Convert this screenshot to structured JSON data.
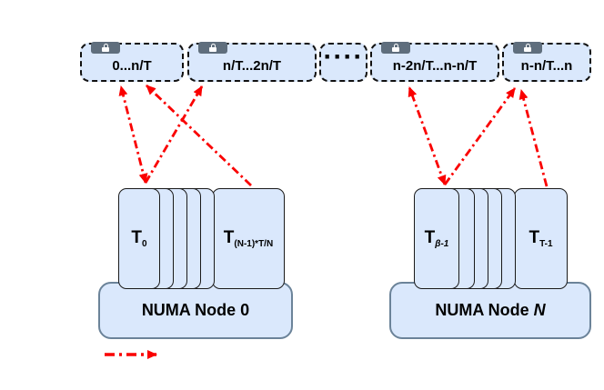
{
  "partitions": [
    {
      "label": "0...n/T",
      "lock_icon": "lock-icon"
    },
    {
      "label": "n/T...2n/T",
      "lock_icon": "lock-icon"
    },
    {
      "label": "····"
    },
    {
      "label": "n-2n/T...n-n/T",
      "lock_icon": "lock-icon"
    },
    {
      "label": "n-n/T...n",
      "lock_icon": "lock-icon"
    }
  ],
  "nodes": [
    {
      "prefix": "NUMA Node",
      "number": "0",
      "threads": [
        {
          "base": "T",
          "sub": "0"
        },
        {
          "base": "T",
          "sub": "(N-1)*T/N"
        }
      ]
    },
    {
      "prefix": "NUMA Node",
      "number": "N",
      "threads": [
        {
          "base": "T",
          "sub": "β-1"
        },
        {
          "base": "T",
          "sub": "T-1"
        }
      ]
    }
  ],
  "connections": [
    {
      "from": "thread-T0",
      "to": "partition-0...n/T",
      "bidirectional": true
    },
    {
      "from": "thread-T0",
      "to": "partition-n/T...2n/T"
    },
    {
      "from": "thread-T(N-1)*T/N",
      "to": "partition-0...n/T"
    },
    {
      "from": "thread-Tβ-1",
      "to": "partition-n-2n/T...n-n/T",
      "bidirectional": true
    },
    {
      "from": "thread-Tβ-1",
      "to": "partition-n-n/T...n"
    },
    {
      "from": "thread-TT-1",
      "to": "partition-n-n/T...n"
    }
  ],
  "legend": {
    "icon": "dash-dot-arrow"
  },
  "colors": {
    "box_fill": "#dae8fc",
    "card_stroke": "#1a1a1a",
    "numa_stroke": "#6b8399",
    "badge_bg": "#5f6e7d",
    "arrow_red": "#fa0000",
    "text_color": "#000000",
    "bg": "#ffffff"
  }
}
